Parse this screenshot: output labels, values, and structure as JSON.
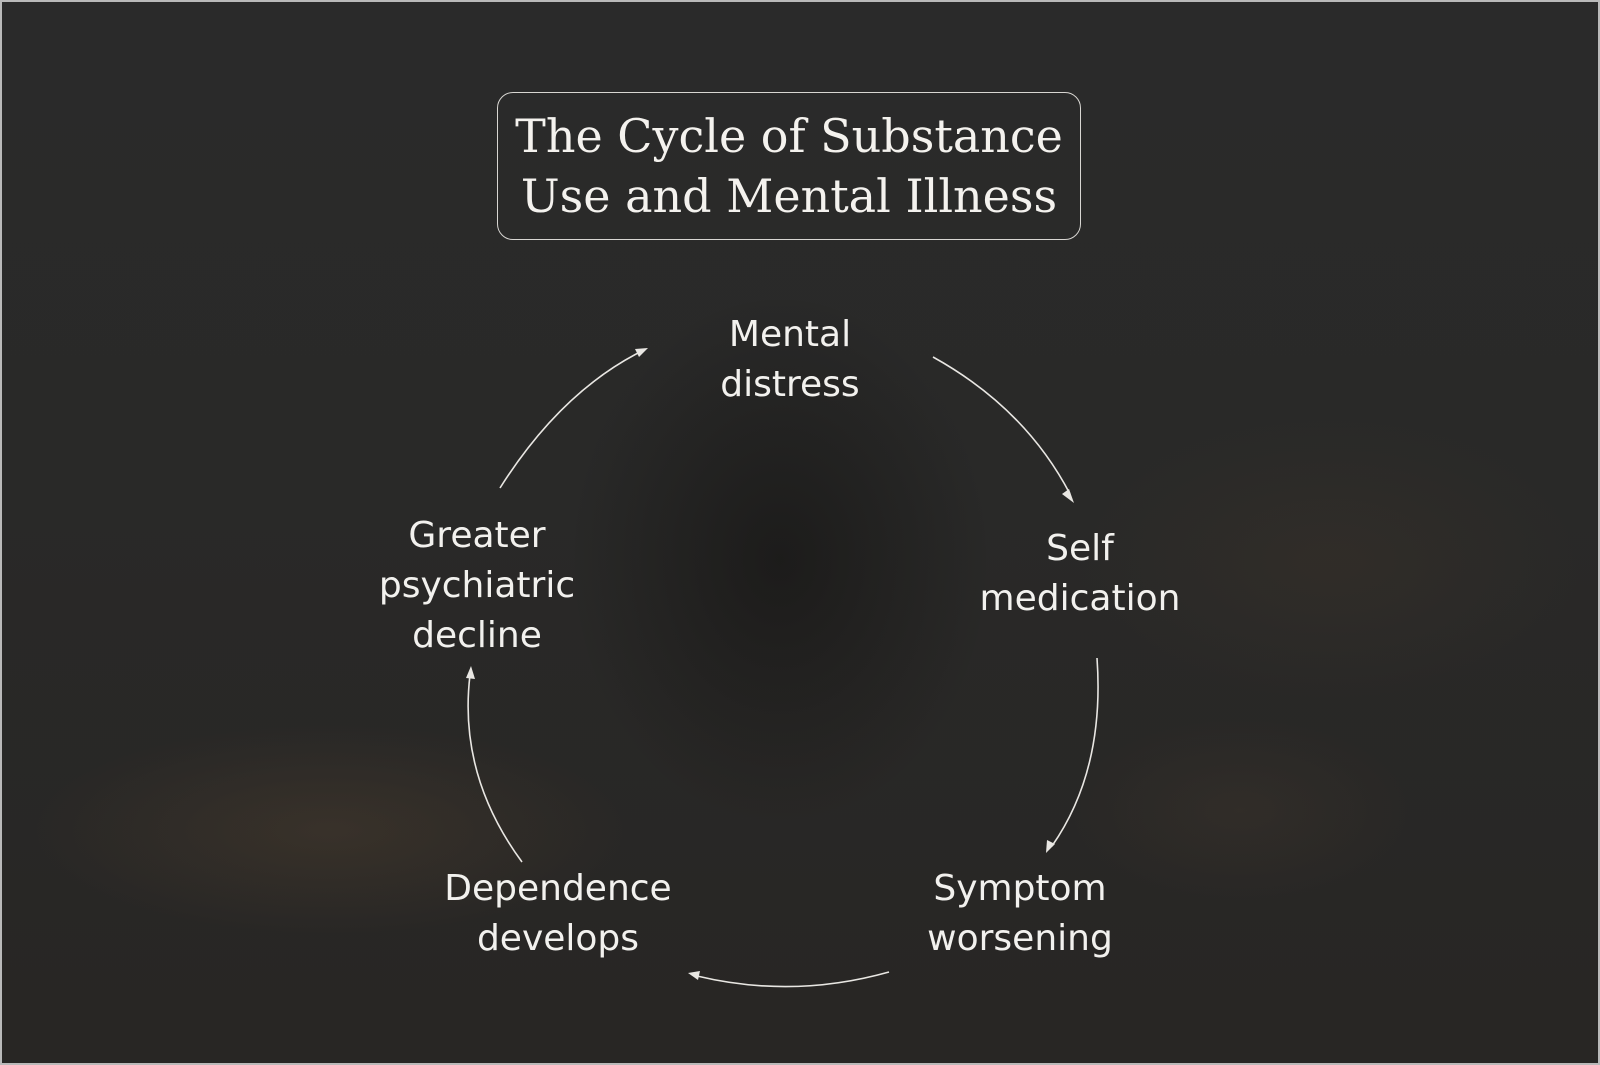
{
  "title": "The Cycle of Substance Use and Mental Illness",
  "nodes": {
    "mental_distress": "Mental\ndistress",
    "self_medication": "Self\nmedication",
    "symptom_worsening": "Symptom\nworsening",
    "dependence_develops": "Dependence\ndevelops",
    "greater_decline": "Greater\npsychiatric\ndecline"
  },
  "colors": {
    "text": "#f2f1ee",
    "arrow": "#e9e7e3",
    "background": "#292928"
  }
}
